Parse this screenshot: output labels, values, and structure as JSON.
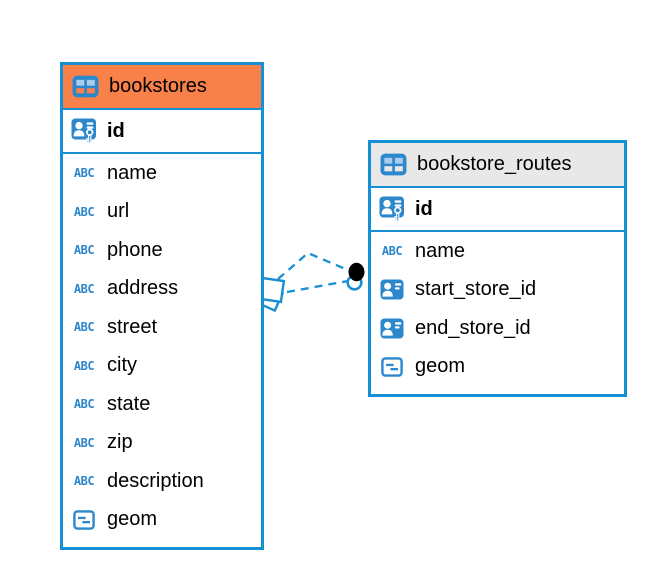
{
  "icons": {
    "text_type_label": "ABC"
  },
  "colors": {
    "table_border": "#1590D5",
    "icon_blue": "#2D87CC",
    "icon_cell_light_blue": "#A9CDEA",
    "bookstores_header_fill": "#F8814A",
    "bookstore_routes_header_fill": "#E8E8E8",
    "relationship_line": "#1B8FD4",
    "relationship_dot": "#000000",
    "text": "#000000"
  },
  "tables": [
    {
      "name": "bookstores",
      "primary_key": {
        "name": "id",
        "icon": "primary-key-icon"
      },
      "columns": [
        {
          "name": "name",
          "icon": "text-type-icon"
        },
        {
          "name": "url",
          "icon": "text-type-icon"
        },
        {
          "name": "phone",
          "icon": "text-type-icon"
        },
        {
          "name": "address",
          "icon": "text-type-icon"
        },
        {
          "name": "street",
          "icon": "text-type-icon"
        },
        {
          "name": "city",
          "icon": "text-type-icon"
        },
        {
          "name": "state",
          "icon": "text-type-icon"
        },
        {
          "name": "zip",
          "icon": "text-type-icon"
        },
        {
          "name": "description",
          "icon": "text-type-icon"
        },
        {
          "name": "geom",
          "icon": "geometry-type-icon"
        }
      ]
    },
    {
      "name": "bookstore_routes",
      "primary_key": {
        "name": "id",
        "icon": "primary-key-icon"
      },
      "columns": [
        {
          "name": "name",
          "icon": "text-type-icon"
        },
        {
          "name": "start_store_id",
          "icon": "reference-type-icon"
        },
        {
          "name": "end_store_id",
          "icon": "reference-type-icon"
        },
        {
          "name": "geom",
          "icon": "geometry-type-icon"
        }
      ]
    }
  ],
  "relationships": [
    {
      "from_table": "bookstores",
      "to_table": "bookstore_routes",
      "line_style": "dashed",
      "source_marker": "stacked-squares",
      "target_marker": "filled-dot"
    },
    {
      "from_table": "bookstores",
      "to_table": "bookstore_routes",
      "line_style": "dashed",
      "source_marker": "stacked-squares",
      "target_marker": "filled-dot"
    }
  ]
}
